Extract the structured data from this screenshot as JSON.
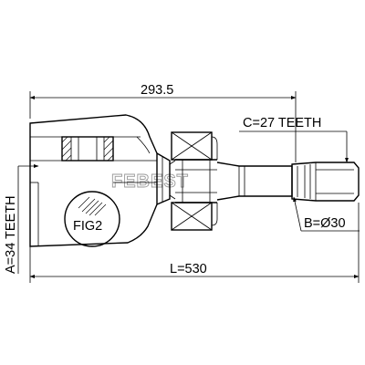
{
  "dimensions": {
    "partial_length": "293.5",
    "total_length": "L=530",
    "spline_outer": "C=27 TEETH",
    "shaft_diameter": "B=Ø30",
    "housing_spline": "A=34 TEETH"
  },
  "callout": "FIG2",
  "watermark": "FEBEST"
}
